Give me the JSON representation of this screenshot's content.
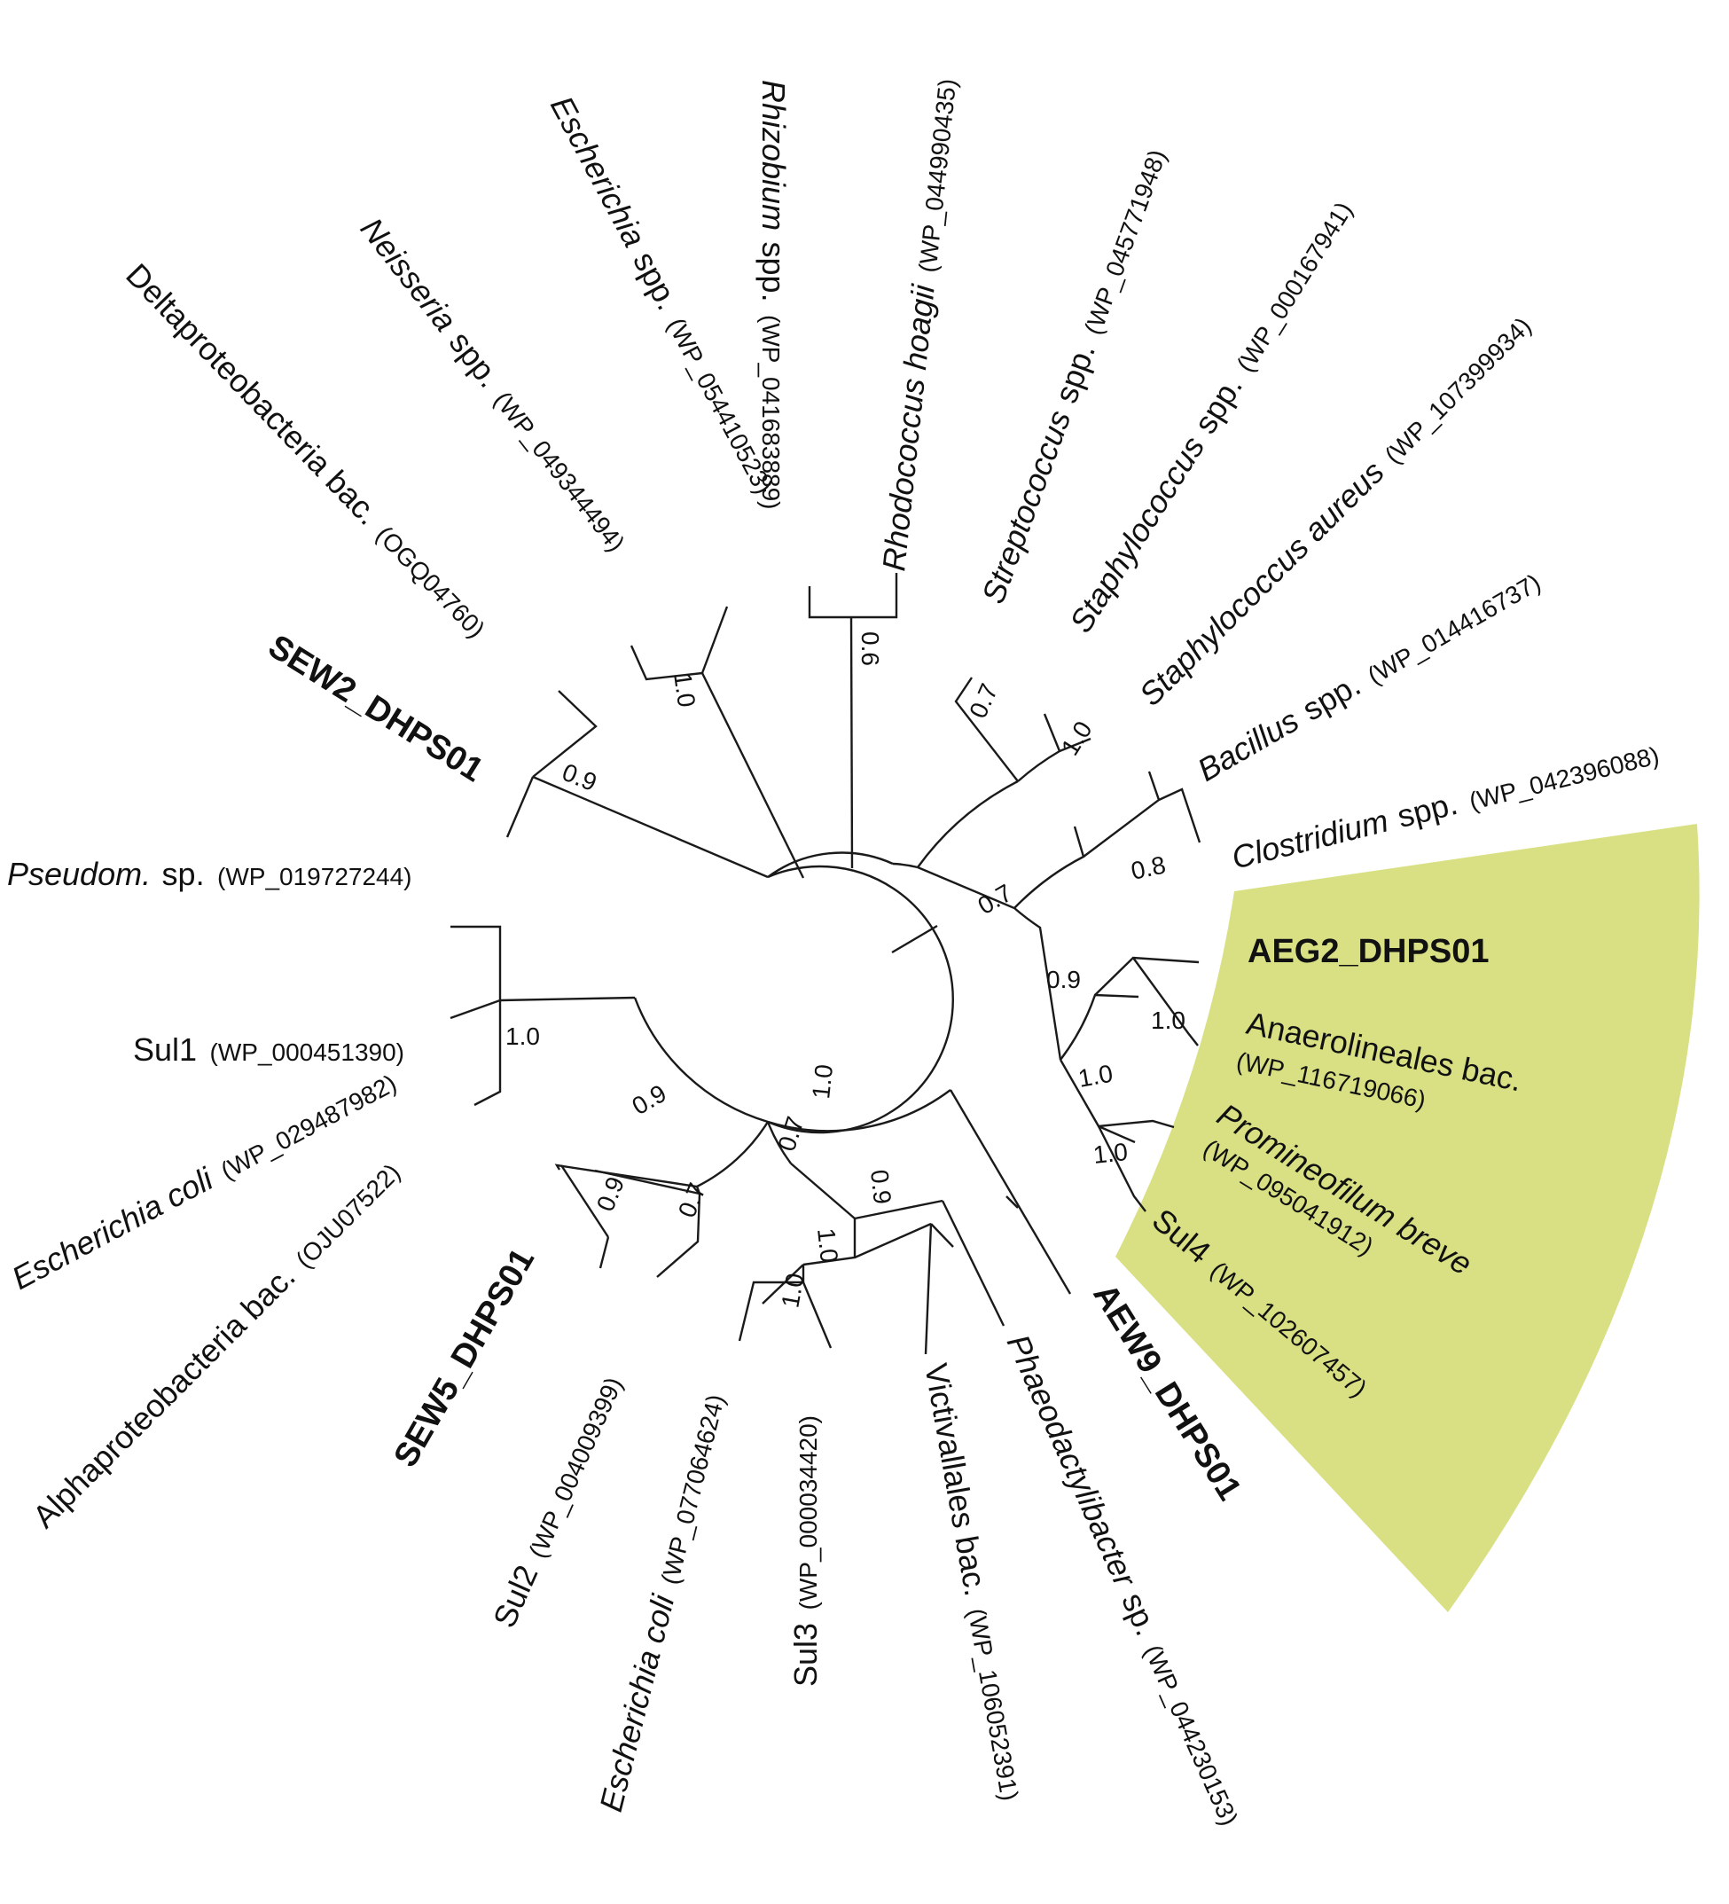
{
  "highlight": {
    "color": "#d9e084"
  },
  "leaves": [
    {
      "id": "deltaproteo",
      "italic": false,
      "bold": false,
      "name": "Deltaproteobacteria bac.",
      "accession": "(OGQ04760)"
    },
    {
      "id": "neisseria",
      "italic": true,
      "bold": false,
      "name": "Neisseria",
      "name_suffix": "spp.",
      "accession": "(WP_049344494)"
    },
    {
      "id": "escherichia-spp",
      "italic": true,
      "bold": false,
      "name": "Escherichia",
      "name_suffix": "spp.",
      "accession": "(WP_054410523)"
    },
    {
      "id": "rhizobium",
      "italic": true,
      "bold": false,
      "name": "Rhizobium",
      "name_suffix": "spp.",
      "accession": "(WP_041683889)"
    },
    {
      "id": "rhodococcus",
      "italic": true,
      "bold": false,
      "name": "Rhodococcus hoagii",
      "accession": "(WP_044990435)"
    },
    {
      "id": "streptococcus",
      "italic": true,
      "bold": false,
      "name": "Streptococcus",
      "name_suffix": "spp.",
      "accession": "(WP_045771948)"
    },
    {
      "id": "staphylococcus-spp",
      "italic": true,
      "bold": false,
      "name": "Staphylococcus",
      "name_suffix": "spp.",
      "accession": "(WP_000167941)"
    },
    {
      "id": "staph-aureus",
      "italic": true,
      "bold": false,
      "name": "Staphylococcus aureus",
      "accession": "(WP_107399934)"
    },
    {
      "id": "bacillus",
      "italic": true,
      "bold": false,
      "name": "Bacillus",
      "name_suffix": "spp.",
      "accession": "(WP_014416737)"
    },
    {
      "id": "clostridium",
      "italic": true,
      "bold": false,
      "name": "Clostridium",
      "name_suffix": "spp.",
      "accession": "(WP_042396088)"
    },
    {
      "id": "aeg2",
      "italic": false,
      "bold": true,
      "name": "AEG2_DHPS01",
      "accession": ""
    },
    {
      "id": "anaerolineales",
      "italic": false,
      "bold": false,
      "name": "Anaerolineales bac.",
      "accession": "(WP_116719066)"
    },
    {
      "id": "promineofilum",
      "italic": true,
      "bold": false,
      "name": "Promineofilum breve",
      "accession": "(WP_095041912)"
    },
    {
      "id": "sul4",
      "italic": false,
      "bold": false,
      "name": "Sul4",
      "accession": "(WP_102607457)"
    },
    {
      "id": "aew9",
      "italic": false,
      "bold": true,
      "name": "AEW9_DHPS01",
      "accession": ""
    },
    {
      "id": "phaeodactylibacter",
      "italic": true,
      "bold": false,
      "name": "Phaeodactylibacter",
      "name_suffix": "sp.",
      "accession": "(WP_044230153)"
    },
    {
      "id": "victivallales",
      "italic": false,
      "bold": false,
      "name": "Victivallales bac.",
      "accession": "(WP_106052391)"
    },
    {
      "id": "sul3",
      "italic": false,
      "bold": false,
      "name": "Sul3",
      "accession": "(WP_000034420)"
    },
    {
      "id": "ecoli-2",
      "italic": true,
      "bold": false,
      "name": "Escherichia coli",
      "accession": "(WP_077064624)"
    },
    {
      "id": "sul2",
      "italic": false,
      "bold": false,
      "name": "Sul2",
      "accession": "(WP_004009399)"
    },
    {
      "id": "sew5",
      "italic": false,
      "bold": true,
      "name": "SEW5_DHPS01",
      "accession": ""
    },
    {
      "id": "alphaproteo",
      "italic": false,
      "bold": false,
      "name": "Alphaproteobacteria bac.",
      "accession": "(OJU07522)"
    },
    {
      "id": "ecoli-1",
      "italic": true,
      "bold": false,
      "name": "Escherichia coli",
      "accession": "(WP_029487982)"
    },
    {
      "id": "sul1",
      "italic": false,
      "bold": false,
      "name": "Sul1",
      "accession": "(WP_000451390)"
    },
    {
      "id": "pseudomonas",
      "italic": true,
      "bold": false,
      "name": "Pseudom.",
      "name_suffix": "sp.",
      "accession": "(WP_019727244)"
    },
    {
      "id": "sew2",
      "italic": false,
      "bold": true,
      "name": "SEW2_DHPS01",
      "accession": ""
    }
  ],
  "support_values": [
    {
      "id": "s-sew2-delta",
      "value": "0.9"
    },
    {
      "id": "s-neis-esch",
      "value": "1.0"
    },
    {
      "id": "s-rhiz-rhodo",
      "value": "0.6"
    },
    {
      "id": "s-strep",
      "value": "0.7"
    },
    {
      "id": "s-staph",
      "value": "1.0"
    },
    {
      "id": "s-bac-clos",
      "value": "0.8"
    },
    {
      "id": "s-firmicutes",
      "value": "0.7"
    },
    {
      "id": "s-upper-right",
      "value": "0.9"
    },
    {
      "id": "s-aeg2-anaero",
      "value": "1.0"
    },
    {
      "id": "s-clade",
      "value": "1.0"
    },
    {
      "id": "s-prom-sul4",
      "value": "1.0"
    },
    {
      "id": "s-pseud-sul1",
      "value": "1.0"
    },
    {
      "id": "s-sul1-group",
      "value": "0.9"
    },
    {
      "id": "s-sew5-alpha",
      "value": "0.9"
    },
    {
      "id": "s-sew5-sul2",
      "value": "0.7"
    },
    {
      "id": "s-lower",
      "value": "0.7"
    },
    {
      "id": "s-lower-right",
      "value": "1.0"
    },
    {
      "id": "s-sul3-group",
      "value": "0.9"
    },
    {
      "id": "s-ecoli-sul3",
      "value": "1.0"
    },
    {
      "id": "s-ecoli-sul3-b",
      "value": "1.0"
    }
  ]
}
